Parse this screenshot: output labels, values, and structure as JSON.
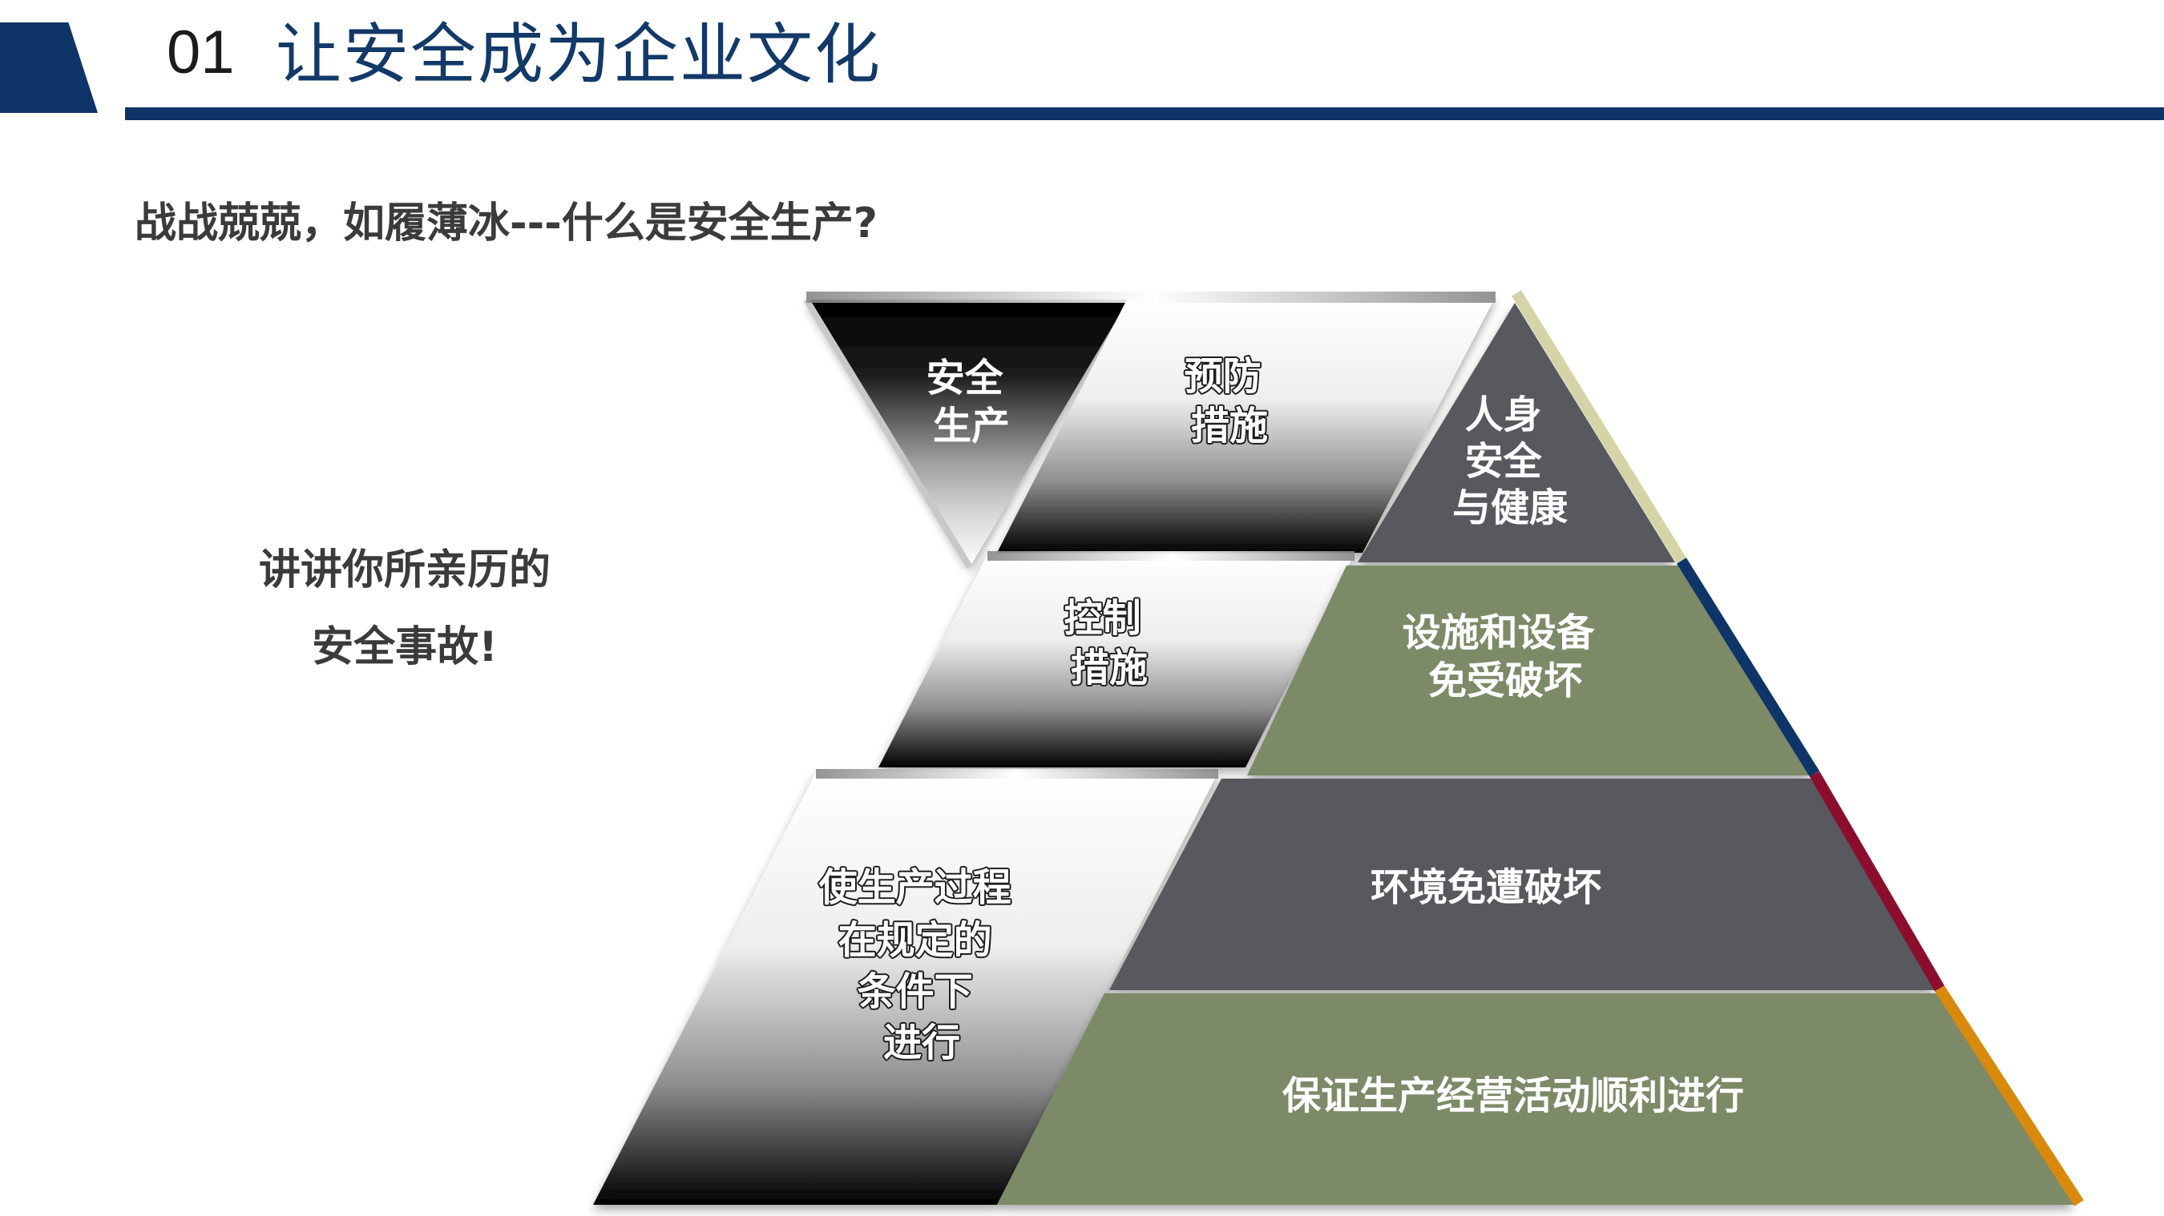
{
  "header": {
    "number": "01",
    "title": "让安全成为企业文化"
  },
  "subtitle": "战战兢兢，如履薄冰---什么是安全生产?",
  "side_note": {
    "line1": "讲讲你所亲历的",
    "line2": "安全事故!"
  },
  "diagram": {
    "apex_label": [
      "安全",
      "生产"
    ],
    "measures": [
      {
        "label": [
          "预防",
          "措施"
        ]
      },
      {
        "label": [
          "控制",
          "措施"
        ]
      },
      {
        "label": [
          "使生产过程",
          "在规定的",
          "条件下",
          "进行"
        ]
      }
    ],
    "pyramid_levels": [
      {
        "label": [
          "人身",
          "安全",
          "与健康"
        ],
        "color": "#58585f"
      },
      {
        "label": [
          "设施和设备",
          "免受破坏"
        ],
        "color": "#7b8a68"
      },
      {
        "label": [
          "环境免遭破坏"
        ],
        "color": "#58585f"
      },
      {
        "label": [
          "保证生产经营活动顺利进行"
        ],
        "color": "#7b8a68"
      }
    ],
    "edge_colors": [
      "#d4d4a6",
      "#0e3468",
      "#8b0f2c",
      "#d98a0c"
    ]
  }
}
